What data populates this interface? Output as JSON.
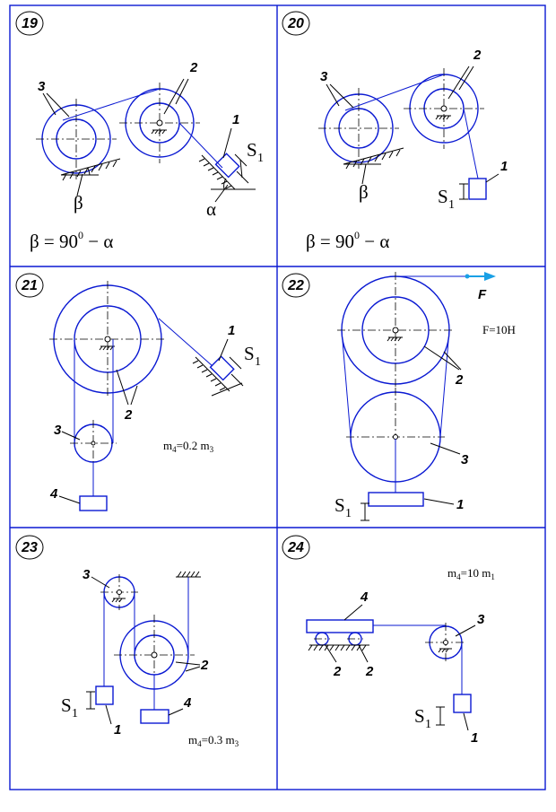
{
  "panels": [
    {
      "number": "19",
      "labels": {
        "pulley": "3",
        "drum": "2",
        "body": "1",
        "s": "S",
        "s_sub": "1",
        "beta": "β",
        "alpha": "α"
      },
      "formula": {
        "lhs": "β = 90",
        "sup": "0",
        "rhs": " − α"
      }
    },
    {
      "number": "20",
      "labels": {
        "pulley": "3",
        "drum": "2",
        "body": "1",
        "s": "S",
        "s_sub": "1",
        "beta": "β"
      },
      "formula": {
        "lhs": "β = 90",
        "sup": "0",
        "rhs": " − α"
      }
    },
    {
      "number": "21",
      "labels": {
        "drum": "2",
        "pulley": "3",
        "load": "4",
        "body": "1",
        "s": "S",
        "s_sub": "1"
      },
      "note": {
        "a": "m",
        "a_sub": "4",
        "b": "=0.2 m",
        "b_sub": "3"
      }
    },
    {
      "number": "22",
      "labels": {
        "drum": "2",
        "roller": "3",
        "body": "1",
        "force": "F",
        "s": "S",
        "s_sub": "1"
      },
      "note": "F=10H"
    },
    {
      "number": "23",
      "labels": {
        "pulley": "3",
        "drum": "2",
        "body": "1",
        "load": "4",
        "s": "S",
        "s_sub": "1"
      },
      "note": {
        "a": "m",
        "a_sub": "4",
        "b": "=0.3 m",
        "b_sub": "3"
      }
    },
    {
      "number": "24",
      "labels": {
        "plate": "4",
        "roller_a": "2",
        "roller_b": "2",
        "pulley": "3",
        "body": "1",
        "s": "S",
        "s_sub": "1"
      },
      "note": {
        "a": "m",
        "a_sub": "4",
        "b": "=10 m",
        "b_sub": "1"
      }
    }
  ],
  "colors": {
    "line": "#0a19d2",
    "arrow": "#19a0e6",
    "ink": "#000000"
  }
}
